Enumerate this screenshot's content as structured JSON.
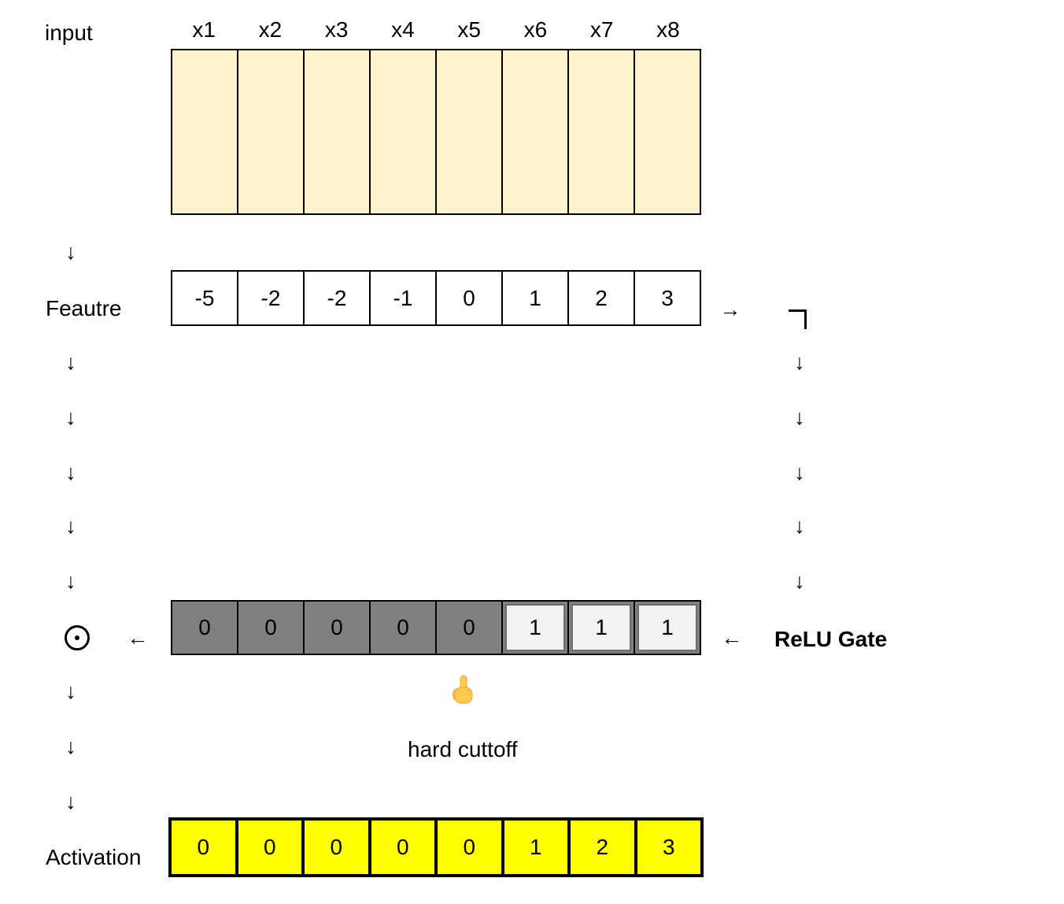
{
  "labels": {
    "input": "input",
    "feature": "Feautre",
    "activation": "Activation",
    "relu_gate": "ReLU Gate",
    "hard_cutoff": "hard cuttoff"
  },
  "symbols": {
    "down_arrow": "↓",
    "left_arrow": "←",
    "right_arrow": "→"
  },
  "input_row": {
    "headers": [
      "x1",
      "x2",
      "x3",
      "x4",
      "x5",
      "x6",
      "x7",
      "x8"
    ],
    "fill": "#FFF2CC"
  },
  "feature_row": {
    "values": [
      "-5",
      "-2",
      "-2",
      "-1",
      "0",
      "1",
      "2",
      "3"
    ]
  },
  "gate_row": {
    "values": [
      "0",
      "0",
      "0",
      "0",
      "0",
      "1",
      "1",
      "1"
    ],
    "off_fill": "#808080",
    "on_fill": "#F2F2F2"
  },
  "activation_row": {
    "values": [
      "0",
      "0",
      "0",
      "0",
      "0",
      "1",
      "2",
      "3"
    ],
    "fill": "#FFFF00"
  },
  "icons": {
    "hadamard": "circled-dot-icon",
    "pointer": "pointing-up-finger-icon"
  }
}
